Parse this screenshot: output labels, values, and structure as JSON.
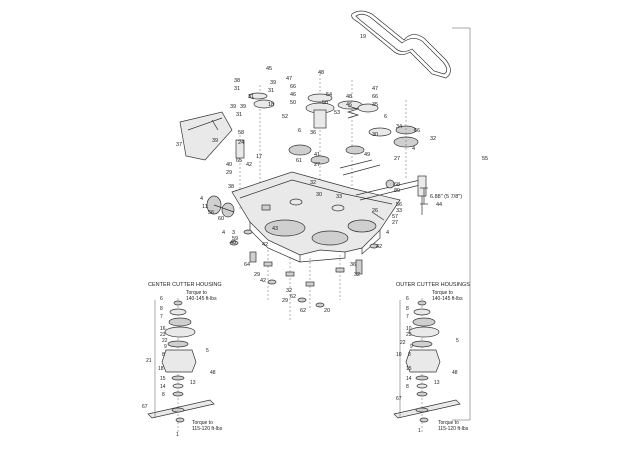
{
  "diagram": {
    "part_callouts": [
      {
        "id": "c1",
        "text": "19"
      },
      {
        "id": "c2",
        "text": "45"
      },
      {
        "id": "c3",
        "text": "47"
      },
      {
        "id": "c4",
        "text": "48"
      },
      {
        "id": "c5",
        "text": "66"
      },
      {
        "id": "c6",
        "text": "46"
      },
      {
        "id": "c7",
        "text": "50"
      },
      {
        "id": "c8",
        "text": "54"
      },
      {
        "id": "c9",
        "text": "52"
      },
      {
        "id": "c10",
        "text": "53"
      },
      {
        "id": "c11",
        "text": "50"
      },
      {
        "id": "c12",
        "text": "47"
      },
      {
        "id": "c13",
        "text": "48"
      },
      {
        "id": "c14",
        "text": "66"
      },
      {
        "id": "c15",
        "text": "46"
      },
      {
        "id": "c16",
        "text": "35"
      },
      {
        "id": "c17",
        "text": "38"
      },
      {
        "id": "c18",
        "text": "31"
      },
      {
        "id": "c19",
        "text": "39"
      },
      {
        "id": "c20",
        "text": "31"
      },
      {
        "id": "c21",
        "text": "31"
      },
      {
        "id": "c22",
        "text": "39"
      },
      {
        "id": "c23",
        "text": "18"
      },
      {
        "id": "c24",
        "text": "39"
      },
      {
        "id": "c25",
        "text": "31"
      },
      {
        "id": "c26",
        "text": "37"
      },
      {
        "id": "c27",
        "text": "39"
      },
      {
        "id": "c28",
        "text": "58"
      },
      {
        "id": "c29",
        "text": "24"
      },
      {
        "id": "c30",
        "text": "65"
      },
      {
        "id": "c31",
        "text": "17"
      },
      {
        "id": "c32",
        "text": "40"
      },
      {
        "id": "c33",
        "text": "42"
      },
      {
        "id": "c34",
        "text": "29"
      },
      {
        "id": "c35",
        "text": "61"
      },
      {
        "id": "c36",
        "text": "6"
      },
      {
        "id": "c37",
        "text": "36"
      },
      {
        "id": "c38",
        "text": "41"
      },
      {
        "id": "c39",
        "text": "27"
      },
      {
        "id": "c40",
        "text": "32"
      },
      {
        "id": "c41",
        "text": "30"
      },
      {
        "id": "c42",
        "text": "33"
      },
      {
        "id": "c43",
        "text": "30"
      },
      {
        "id": "c44",
        "text": "49"
      },
      {
        "id": "c45",
        "text": "6"
      },
      {
        "id": "c46",
        "text": "34"
      },
      {
        "id": "c47",
        "text": "66"
      },
      {
        "id": "c48",
        "text": "4"
      },
      {
        "id": "c49",
        "text": "32"
      },
      {
        "id": "c50",
        "text": "27"
      },
      {
        "id": "c51",
        "text": "38"
      },
      {
        "id": "c52",
        "text": "4"
      },
      {
        "id": "c53",
        "text": "11"
      },
      {
        "id": "c54",
        "text": "56"
      },
      {
        "id": "c55",
        "text": "60"
      },
      {
        "id": "c56",
        "text": "4"
      },
      {
        "id": "c57",
        "text": "3"
      },
      {
        "id": "c58",
        "text": "59"
      },
      {
        "id": "c59",
        "text": "40"
      },
      {
        "id": "c60",
        "text": "43"
      },
      {
        "id": "c61",
        "text": "68"
      },
      {
        "id": "c62",
        "text": "89"
      },
      {
        "id": "c63",
        "text": "44"
      },
      {
        "id": "c64",
        "text": "56"
      },
      {
        "id": "c65",
        "text": "33"
      },
      {
        "id": "c66",
        "text": "57"
      },
      {
        "id": "c67",
        "text": "27"
      },
      {
        "id": "c68",
        "text": "26"
      },
      {
        "id": "c69",
        "text": "4"
      },
      {
        "id": "c70",
        "text": "42"
      },
      {
        "id": "c71",
        "text": "42"
      },
      {
        "id": "c72",
        "text": "64"
      },
      {
        "id": "c73",
        "text": "29"
      },
      {
        "id": "c74",
        "text": "42"
      },
      {
        "id": "c75",
        "text": "32"
      },
      {
        "id": "c76",
        "text": "62"
      },
      {
        "id": "c77",
        "text": "29"
      },
      {
        "id": "c78",
        "text": "20"
      },
      {
        "id": "c79",
        "text": "62"
      },
      {
        "id": "c80",
        "text": "36"
      },
      {
        "id": "c81",
        "text": "32"
      },
      {
        "id": "c82",
        "text": "55"
      }
    ],
    "dimension_label": "6.88\" (5 7/8\")",
    "center_housing": {
      "title": "CENTER CUTTER HOUSING",
      "torque_top": [
        "Torque to",
        "140-145 ft-lbs"
      ],
      "torque_bottom": [
        "Torque to",
        "115-120 ft-lbs"
      ],
      "callouts": [
        "6",
        "8",
        "7",
        "16",
        "23",
        "22",
        "9",
        "8",
        "5",
        "21",
        "18",
        "15",
        "14",
        "8",
        "13",
        "48",
        "67",
        "1"
      ]
    },
    "outer_housing": {
      "title": "OUTER CUTTER HOUSINGS",
      "torque_top": [
        "Torque to",
        "140-145 ft-lbs"
      ],
      "torque_bottom": [
        "Torque to",
        "115-120 ft-lbs"
      ],
      "callouts": [
        "6",
        "8",
        "7",
        "10",
        "23",
        "22",
        "9",
        "8",
        "5",
        "10",
        "15",
        "14",
        "8",
        "13",
        "48",
        "67",
        "1"
      ]
    }
  }
}
